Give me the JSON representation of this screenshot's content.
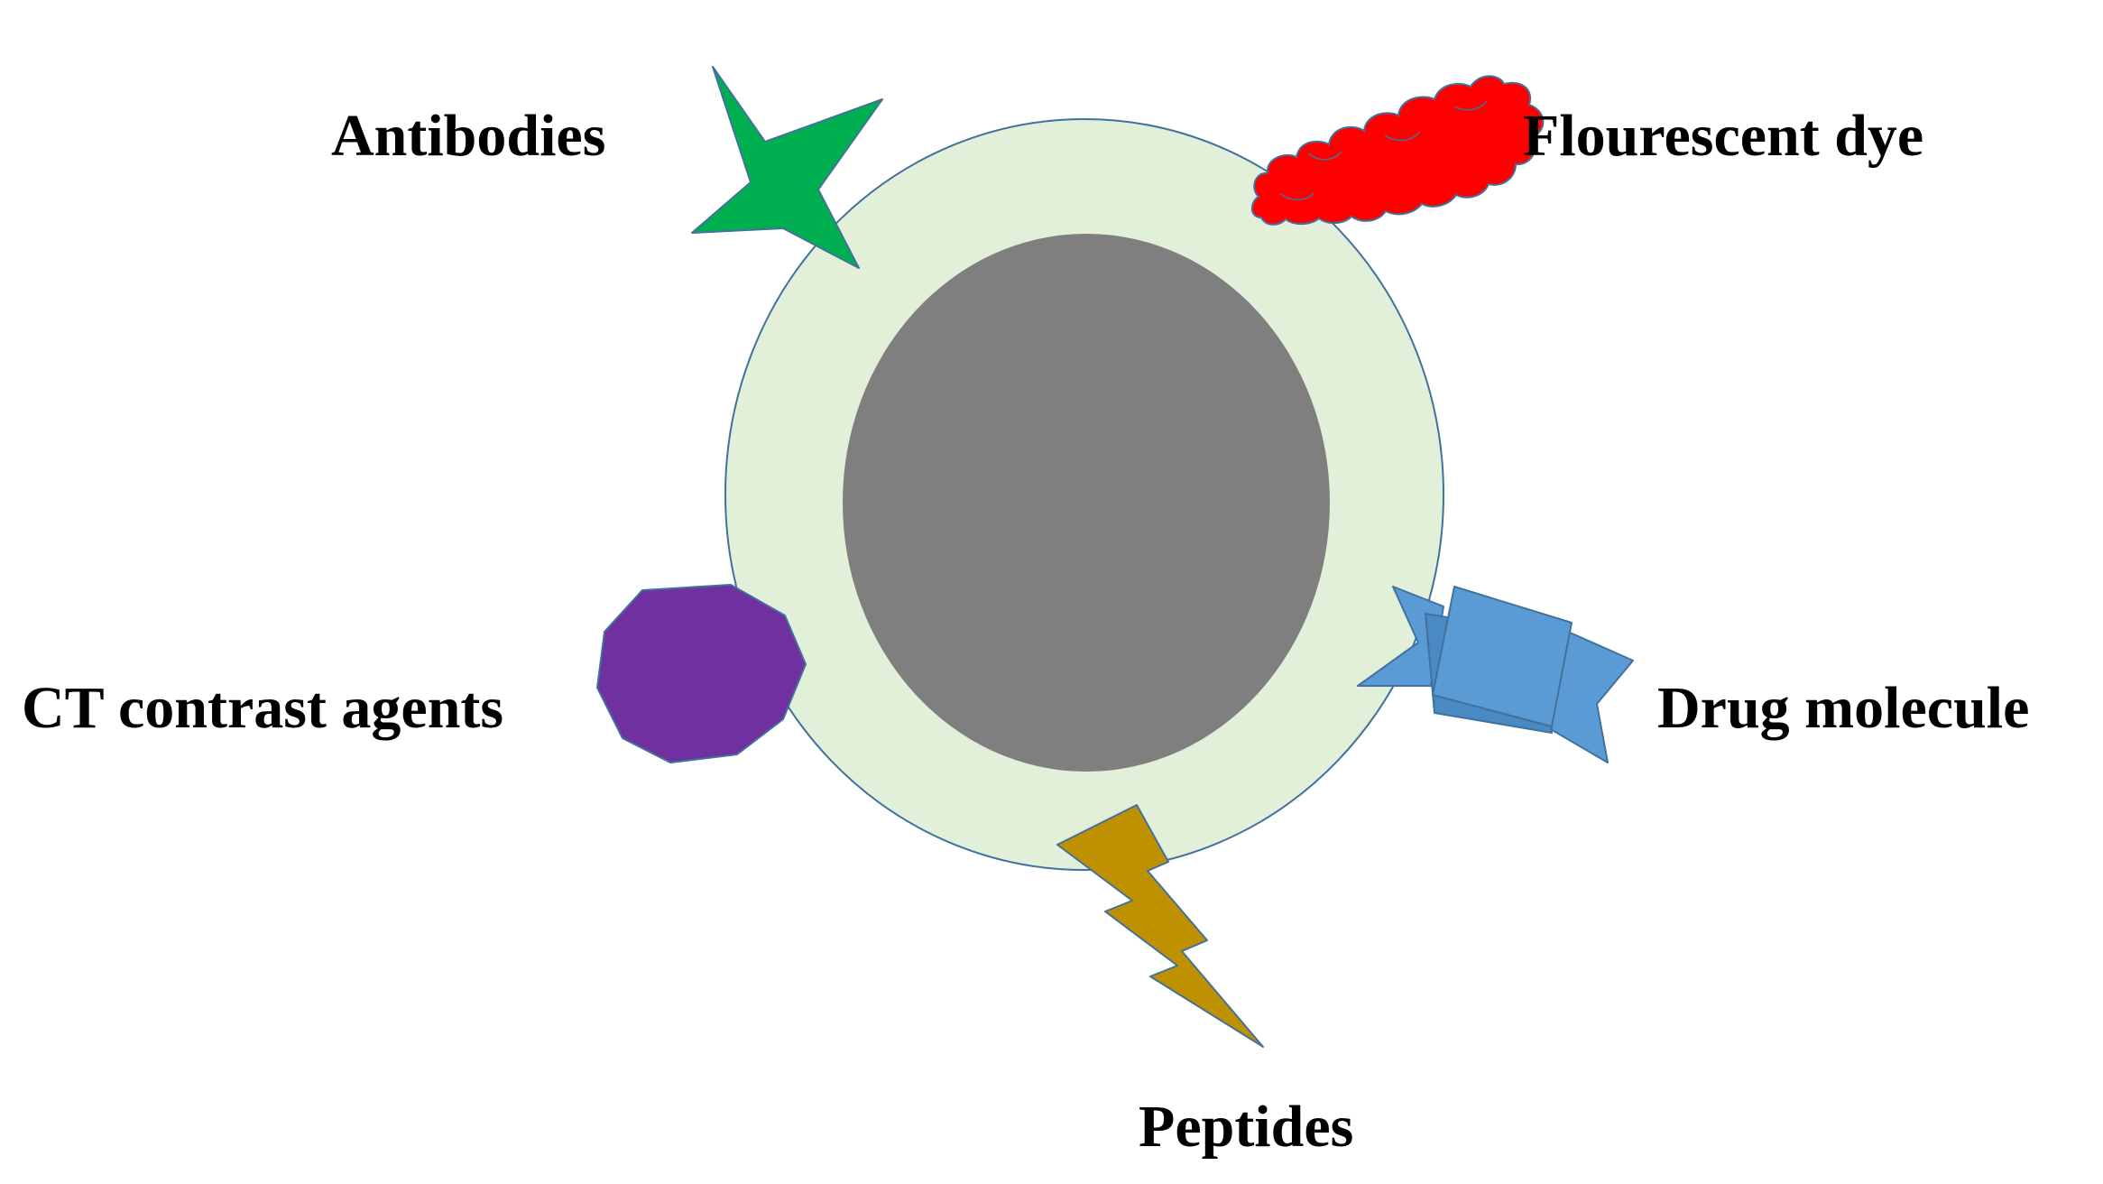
{
  "labels": {
    "antibodies": "Antibodies",
    "fluorescent_dye": "Flourescent dye",
    "ct_contrast_agents": "CT contrast agents",
    "drug_molecule": "Drug molecule",
    "peptides": "Peptides"
  },
  "colors": {
    "background": "#ffffff",
    "shell_fill": "#e2efd9",
    "shell_stroke": "#41719c",
    "core_fill": "#7f7f7f",
    "antibody_fill": "#00b050",
    "dye_fill": "#ff0000",
    "ct_agent_fill": "#7030a0",
    "drug_fill": "#5b9bd5",
    "peptide_fill": "#bf9000",
    "label_text": "#000000"
  }
}
